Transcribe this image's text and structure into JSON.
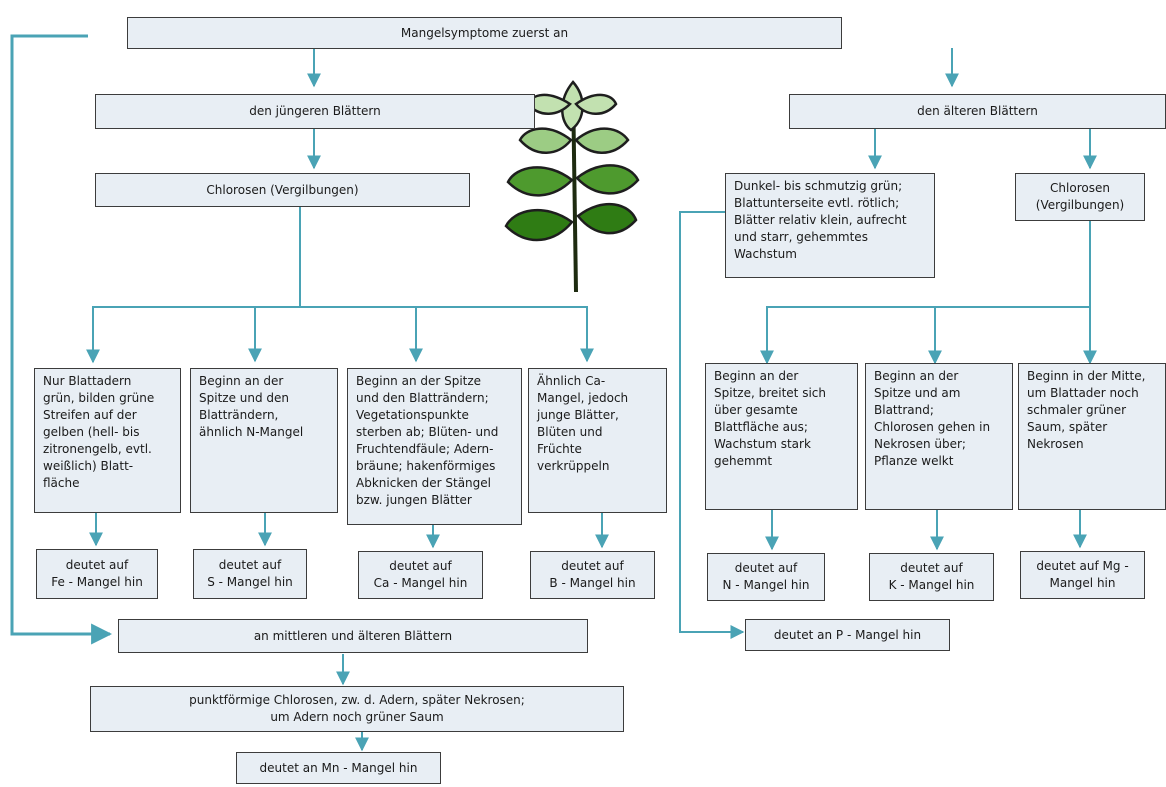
{
  "colors": {
    "node_fill": "#e8eef4",
    "node_border": "#3c3c3c",
    "arrow": "#4aa3b5",
    "text": "#1a1a1a"
  },
  "icons": {
    "plant": "plant-icon"
  },
  "nodes": {
    "root": "Mangelsymptome zuerst an",
    "young_leaves": "den jüngeren Blättern",
    "old_leaves": "den älteren Blättern",
    "chlorosis_young": "Chlorosen (Vergilbungen)",
    "dark_green": "Dunkel- bis schmutzig grün;\nBlattunterseite evtl. rötlich;\nBlätter relativ klein, aufrecht\nund starr, gehemmtes\nWachstum",
    "chlorosis_old": "Chlorosen\n(Vergilbungen)",
    "symptom_fe": "Nur Blattadern\ngrün, bilden grüne\nStreifen auf der\ngelben (hell- bis\nzitronengelb, evtl.\nweißlich) Blatt-\nfläche",
    "symptom_s": "Beginn an der\nSpitze und den\nBlatträndern,\nähnlich N-Mangel",
    "symptom_ca": "Beginn an der Spitze\nund den Blatträndern;\nVegetationspunkte\nsterben ab; Blüten- und\nFruchtendfäule; Adern-\nbräune; hakenförmiges\nAbknicken der Stängel\nbzw. jungen Blätter",
    "symptom_b": "Ähnlich Ca-\nMangel, jedoch\njunge Blätter,\nBlüten und\nFrüchte\nverkrüppeln",
    "symptom_n": "Beginn an der\nSpitze, breitet sich\nüber gesamte\nBlattfläche aus;\nWachstum stark\ngehemmt",
    "symptom_k": "Beginn an der\nSpitze und am\nBlattrand;\nChlorosen gehen in\nNekrosen über;\nPflanze welkt",
    "symptom_mg": "Beginn in der Mitte,\num Blattader noch\nschmaler grüner\nSaum, später\nNekrosen",
    "result_fe": "deutet auf\nFe - Mangel hin",
    "result_s": "deutet auf\nS - Mangel hin",
    "result_ca": "deutet auf\nCa - Mangel hin",
    "result_b": "deutet auf\nB - Mangel hin",
    "result_n": "deutet auf\nN - Mangel hin",
    "result_k": "deutet auf\nK - Mangel hin",
    "result_mg": "deutet auf Mg -\nMangel hin",
    "middle_old": "an mittleren und älteren Blättern",
    "result_p": "deutet an P - Mangel hin",
    "spot_chlorosis": "punktförmige Chlorosen, zw. d. Adern, später Nekrosen;\num Adern noch grüner Saum",
    "result_mn": "deutet an Mn - Mangel hin"
  }
}
